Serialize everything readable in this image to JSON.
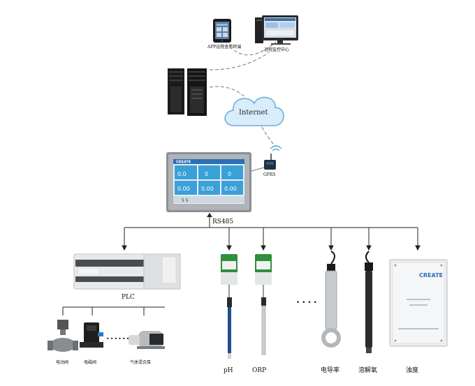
{
  "labels": {
    "app_terminal": "APP远程查看终端",
    "monitor_center": "远程监控中心",
    "internet": "Internet",
    "gprs": "GPRS",
    "rs485": "RS485",
    "plc": "PLC",
    "valve1": "电动阀",
    "valve2": "电磁阀",
    "pump": "气体混合泵",
    "ph": "pH",
    "orp": "ORP",
    "conductivity": "电导率",
    "do": "溶解氧",
    "turbidity": "浊度"
  },
  "hmi": {
    "brand": "CREATE",
    "readings": [
      "0.0",
      "0",
      "0",
      "0.00",
      "0.00",
      "0.00"
    ],
    "footer": "5 5"
  },
  "analyzer": {
    "brand": "CREATE"
  },
  "ellipsis": "•••••• ",
  "dots": "• • • •",
  "colors": {
    "hmi_screen": "#3aa0d8",
    "hmi_tile": "#2d8fc8",
    "cloud_fill": "#d8ecfa",
    "cloud_stroke": "#6aa9d9",
    "brand_blue": "#2b6fb8"
  }
}
